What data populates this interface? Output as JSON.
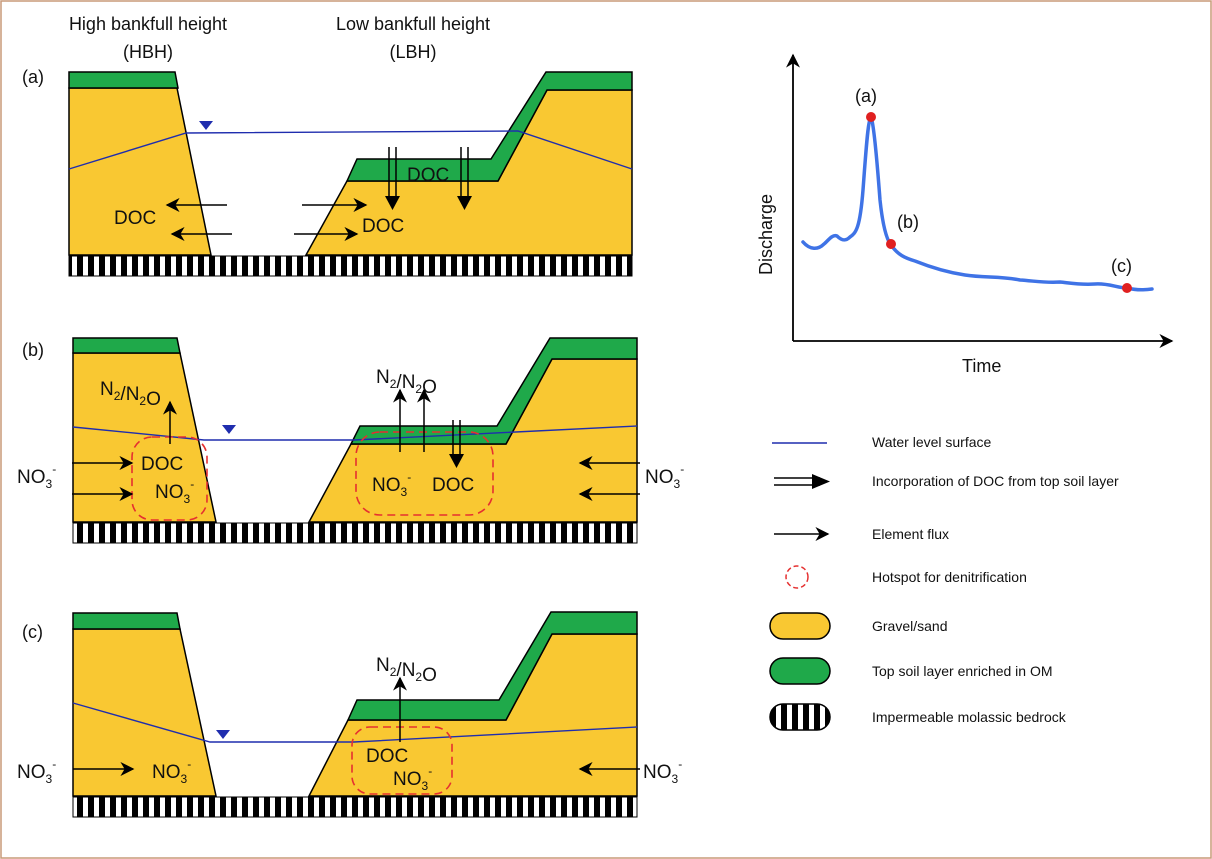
{
  "header": {
    "hbh_line1": "High bankfull height",
    "hbh_line2": "(HBH)",
    "lbh_line1": "Low bankfull height",
    "lbh_line2": "(LBH)"
  },
  "panels": {
    "a": {
      "label": "(a)",
      "left_doc": "DOC",
      "right_doc": "DOC",
      "top_doc": "DOC"
    },
    "b": {
      "label": "(b)",
      "left_n2": "N2/N2O",
      "right_n2": "N2/N2O",
      "left_doc": "DOC",
      "left_no3_inner": "NO3-",
      "left_no3_outer": "NO3-",
      "right_no3_inner": "NO3-",
      "right_doc": "DOC",
      "right_no3_outer": "NO3-"
    },
    "c": {
      "label": "(c)",
      "n2": "N2/N2O",
      "doc": "DOC",
      "no3_center": "NO3-",
      "left_no3_outer": "NO3-",
      "left_no3_inner": "NO3-",
      "right_no3_outer": "NO3-"
    }
  },
  "hydrograph": {
    "ylabel": "Discharge",
    "xlabel": "Time",
    "point_labels": [
      "(a)",
      "(b)",
      "(c)"
    ]
  },
  "legend": [
    {
      "icon": "blue-line-icon",
      "label": "Water level surface"
    },
    {
      "icon": "double-arrow-icon",
      "label": "Incorporation of DOC from top soil layer"
    },
    {
      "icon": "single-arrow-icon",
      "label": "Element flux"
    },
    {
      "icon": "dashed-circle-icon",
      "label": "Hotspot for denitrification"
    },
    {
      "icon": "yellow-ellipse-icon",
      "label": "Gravel/sand"
    },
    {
      "icon": "green-ellipse-icon",
      "label": "Top soil layer enriched in OM"
    },
    {
      "icon": "striped-ellipse-icon",
      "label": "Impermeable molassic bedrock"
    }
  ],
  "colors": {
    "sand": "#F9C832",
    "soil": "#1FA94A",
    "water": "#1F2DAE",
    "hotspot": "#E53030",
    "curve": "#3F73E6",
    "point": "#E02020",
    "frame": "#C89A78"
  }
}
